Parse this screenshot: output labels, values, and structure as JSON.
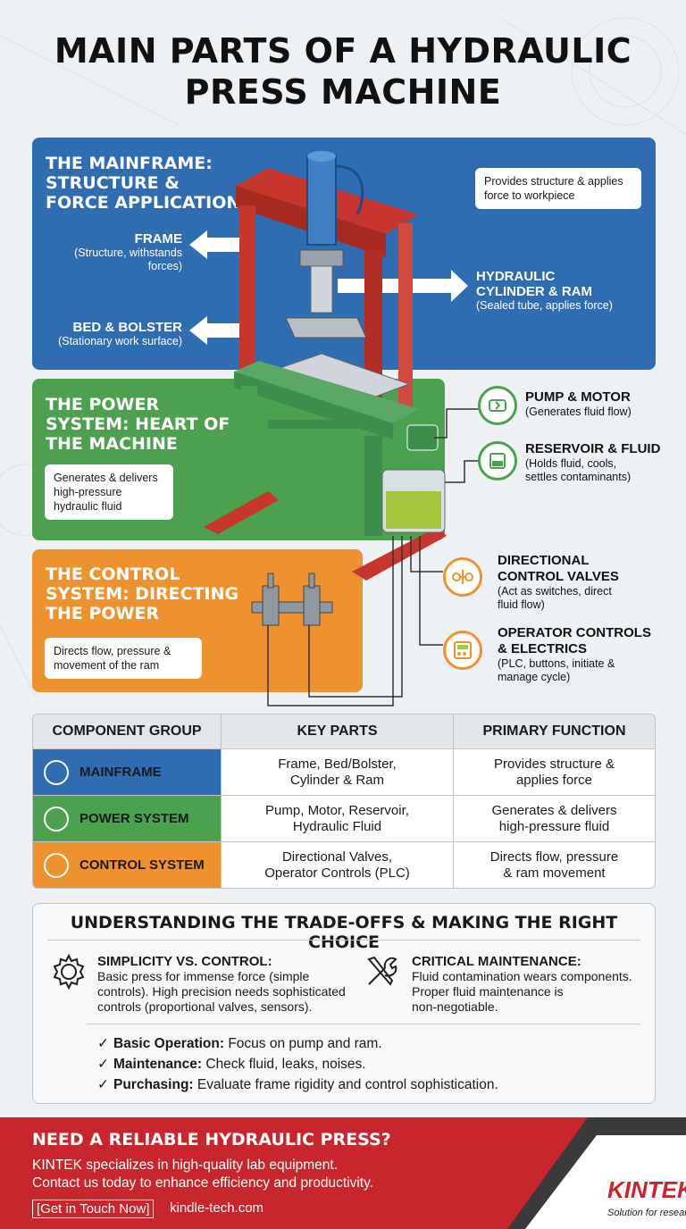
{
  "title": "MAIN PARTS OF A HYDRAULIC PRESS MACHINE",
  "mainframe": {
    "heading": [
      "THE MAINFRAME:",
      "STRUCTURE &",
      "FORCE APPLICATION"
    ],
    "note": "Provides structure & applies force to workpiece",
    "frame": {
      "title": "FRAME",
      "sub": [
        "(Structure, withstands",
        "forces)"
      ]
    },
    "bed": {
      "title": "BED & BOLSTER",
      "sub": "(Stationary work surface)"
    },
    "cylinder": {
      "title": [
        "HYDRAULIC",
        "CYLINDER & RAM"
      ],
      "sub": "(Sealed tube, applies force)"
    }
  },
  "power": {
    "heading": [
      "THE POWER",
      "SYSTEM: HEART OF",
      "THE MACHINE"
    ],
    "note": [
      "Generates & delivers",
      "high-pressure",
      "hydraulic fluid"
    ],
    "pump": {
      "title": "PUMP & MOTOR",
      "sub": "(Generates fluid flow)"
    },
    "reservoir": {
      "title": "RESERVOIR & FLUID",
      "sub": [
        "(Holds fluid, cools,",
        "settles contaminants)"
      ]
    }
  },
  "control": {
    "heading": [
      "THE CONTROL",
      "SYSTEM: DIRECTING",
      "THE POWER"
    ],
    "note": [
      "Directs flow, pressure &",
      "movement of the ram"
    ],
    "valves": {
      "title": [
        "DIRECTIONAL",
        "CONTROL VALVES"
      ],
      "sub": [
        "(Act as switches, direct",
        "fluid flow)"
      ]
    },
    "operator": {
      "title": [
        "OPERATOR CONTROLS",
        "& ELECTRICS"
      ],
      "sub": [
        "(PLC, buttons, initiate &",
        "manage cycle)"
      ]
    }
  },
  "table": {
    "headers": [
      "COMPONENT GROUP",
      "KEY PARTS",
      "PRIMARY FUNCTION"
    ],
    "rows": [
      {
        "group": "MAINFRAME",
        "parts": [
          "Frame, Bed/Bolster,",
          "Cylinder & Ram"
        ],
        "function": [
          "Provides structure &",
          "applies force"
        ],
        "color": "#2f6db3",
        "icon": "press-icon"
      },
      {
        "group": "POWER SYSTEM",
        "parts": [
          "Pump, Motor, Reservoir,",
          "Hydraulic Fluid"
        ],
        "function": [
          "Generates & delivers",
          "high-pressure fluid"
        ],
        "color": "#4ca14e",
        "icon": "motor-icon"
      },
      {
        "group": "CONTROL SYSTEM",
        "parts": [
          "Directional Valves,",
          "Operator Controls (PLC)"
        ],
        "function": [
          "Directs flow, pressure",
          "& ram movement"
        ],
        "color": "#ee9230",
        "icon": "network-icon"
      }
    ]
  },
  "tradeoffs": {
    "heading": "UNDERSTANDING THE TRADE-OFFS & MAKING THE RIGHT CHOICE",
    "left": {
      "title": "SIMPLICITY VS. CONTROL:",
      "lines": [
        "Basic press for immense force (simple",
        "controls). High precision needs sophisticated",
        "controls (proportional valves, sensors)."
      ]
    },
    "right": {
      "title": "CRITICAL MAINTENANCE:",
      "lines": [
        "Fluid contamination wears components.",
        "Proper fluid maintenance is",
        "non-negotiable."
      ]
    },
    "checks": [
      {
        "label": "Basic Operation:",
        "text": " Focus on pump and ram."
      },
      {
        "label": "Maintenance:",
        "text": " Check fluid, leaks, noises."
      },
      {
        "label": "Purchasing:",
        "text": " Evaluate frame rigidity and control sophistication."
      }
    ]
  },
  "footer": {
    "heading": "NEED A RELIABLE HYDRAULIC PRESS?",
    "line1": "KINTEK specializes in high-quality lab equipment.",
    "line2": "Contact us today to enhance efficiency and productivity.",
    "cta": "[Get in Touch Now]",
    "site": "kindle-tech.com",
    "logo": "KINTEK",
    "tagline": "Solution for researching"
  },
  "colors": {
    "blue": "#2f6db3",
    "green": "#4ca14e",
    "orange": "#ee9230",
    "red": "#c8262c"
  }
}
